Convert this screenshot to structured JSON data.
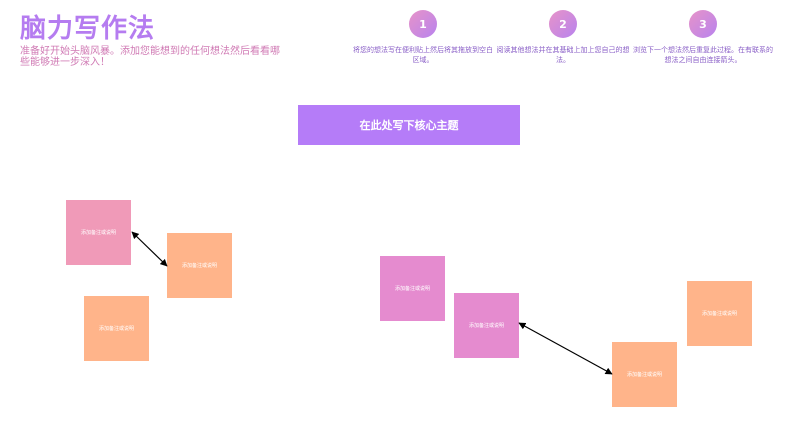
{
  "header": {
    "title": "脑力写作法",
    "subtitle": "准备好开始头脑风暴。添加您能想到的任何想法然后看看哪些能够进一步深入！"
  },
  "steps": [
    {
      "number": "1",
      "text": "将您的想法写在便利贴上然后将其拖放到空白区域。"
    },
    {
      "number": "2",
      "text": "阅读其他想法并在其基础上加上您自己的想法。"
    },
    {
      "number": "3",
      "text": "浏览下一个想法然后重复此过程。在有联系的想法之间自由连接箭头。"
    }
  ],
  "core_topic": "在此处写下核心主题",
  "notes": [
    {
      "text": "添加备注或说明",
      "color": "#f09ab8"
    },
    {
      "text": "添加备注或说明",
      "color": "#ffb48a"
    },
    {
      "text": "添加备注或说明",
      "color": "#ffb48a"
    },
    {
      "text": "添加备注或说明",
      "color": "#e58bcf"
    },
    {
      "text": "添加备注或说明",
      "color": "#e58bcf"
    },
    {
      "text": "添加备注或说明",
      "color": "#ffb48a"
    },
    {
      "text": "添加备注或说明",
      "color": "#ffb48a"
    }
  ],
  "colors": {
    "accent": "#b57cf0",
    "core_fill": "#b57cf8",
    "subtitle": "#d07ab4"
  }
}
